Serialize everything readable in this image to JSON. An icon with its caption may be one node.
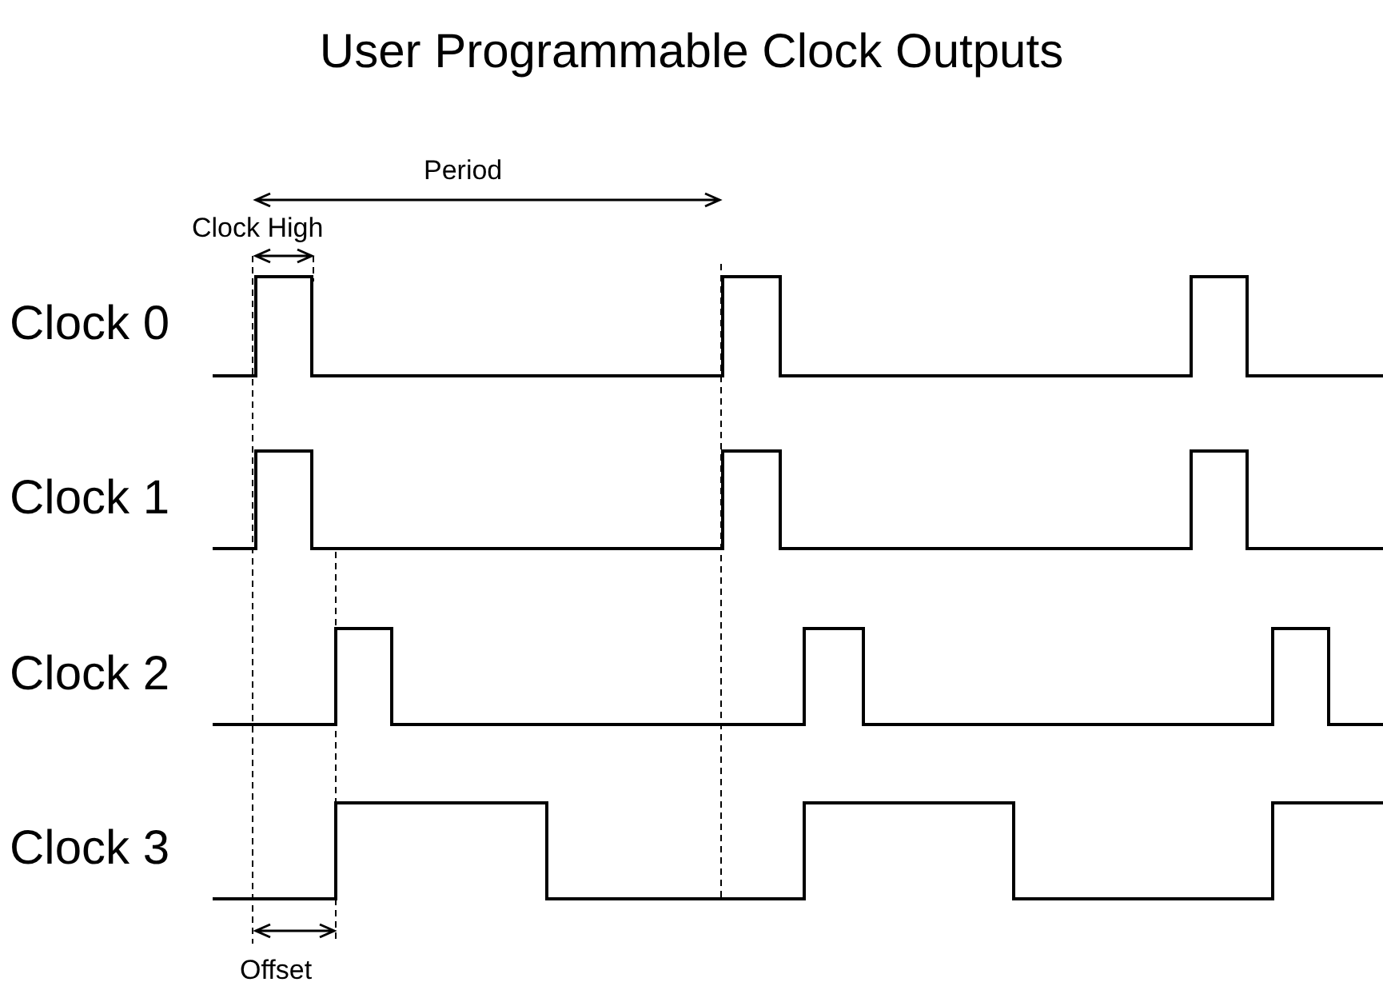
{
  "diagram": {
    "title": "User Programmable Clock Outputs",
    "labels": [
      "Period",
      "Clock High",
      "Clock 0",
      "Clock 1",
      "Clock 2",
      "Clock 3",
      "Offset"
    ]
  }
}
